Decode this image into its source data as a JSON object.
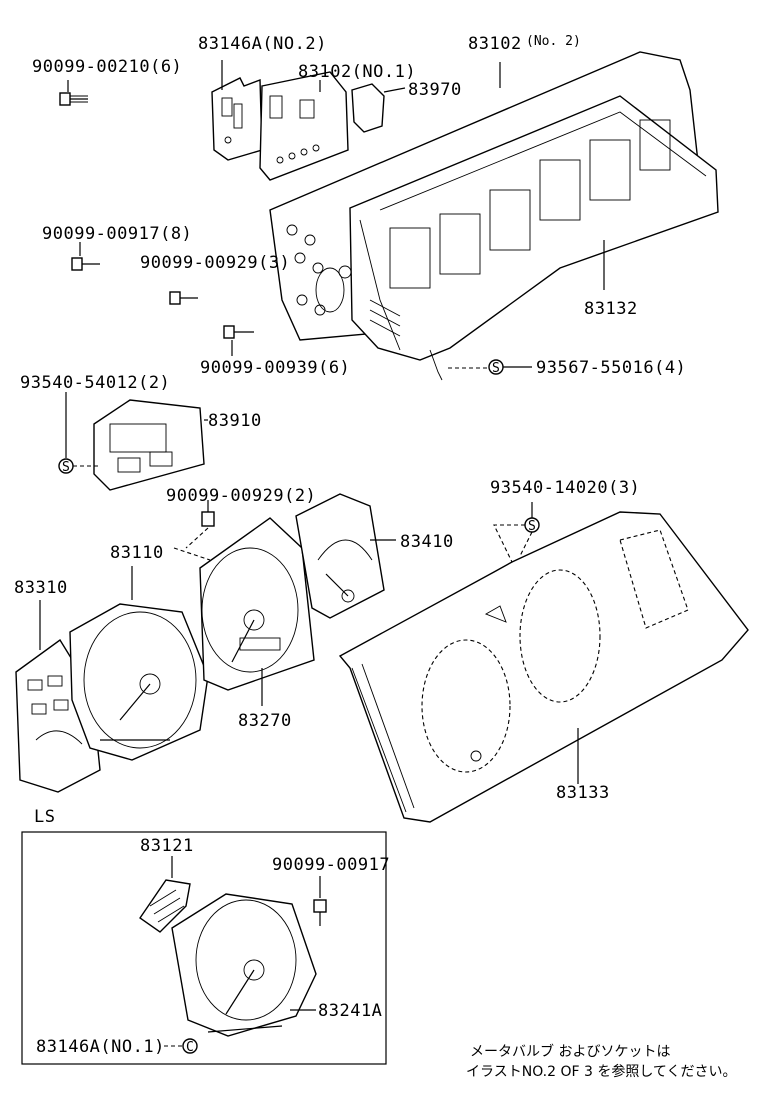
{
  "labels": {
    "p83146_no2": "83146A(NO.2)",
    "p90099_00210": "90099-00210(6)",
    "p83102_no1": "83102(NO.1)",
    "p83102_no2": "83102",
    "p83102_no2_suffix": "(No. 2)",
    "p83970": "83970",
    "p90099_00917_8": "90099-00917(8)",
    "p90099_00929_3": "90099-00929(3)",
    "p90099_00939_6": "90099-00939(6)",
    "p83132": "83132",
    "p93567_55016": "93567-55016(4)",
    "p93540_54012": "93540-54012(2)",
    "p83910": "83910",
    "p90099_00929_2": "90099-00929(2)",
    "p93540_14020": "93540-14020(3)",
    "p83110": "83110",
    "p83410": "83410",
    "p83310": "83310",
    "p83270": "83270",
    "p83133": "83133",
    "ls": "LS",
    "p83121": "83121",
    "p90099_00917": "90099-00917",
    "p83241A": "83241A",
    "p83146_no1": "83146A(NO.1)",
    "screw_s": "S",
    "clip_c": "C"
  },
  "note": {
    "line1": "メータバルブ およびソケットは",
    "line2": "イラストNO.2 OF 3 を参照してください。"
  }
}
